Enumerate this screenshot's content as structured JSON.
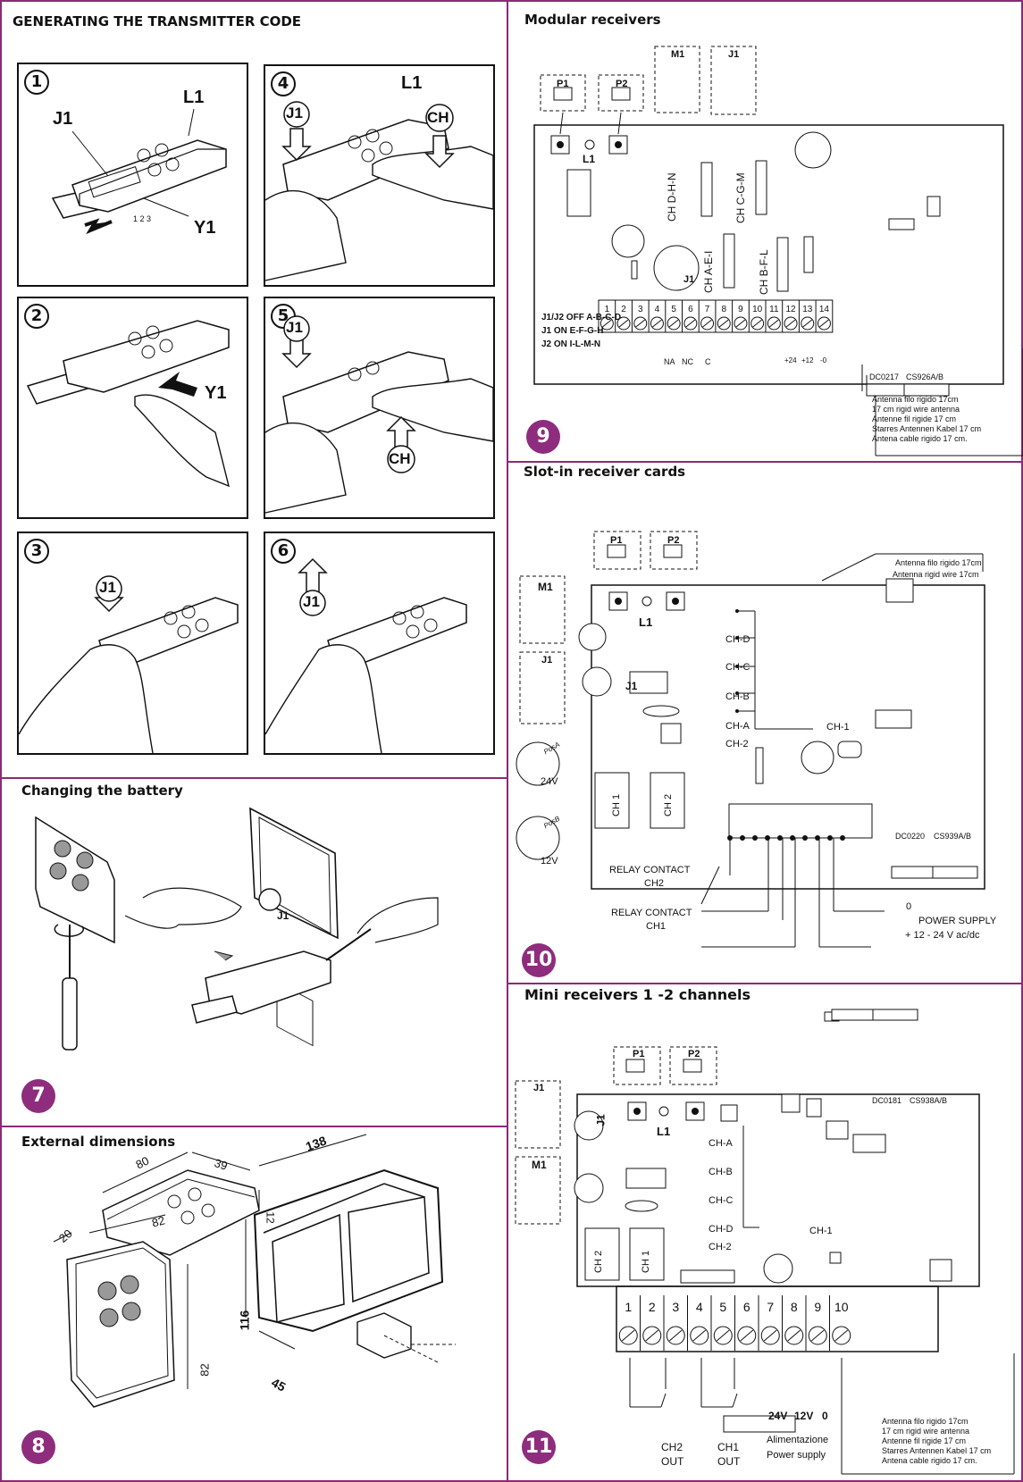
{
  "sections": {
    "generating": {
      "title": "GENERATING THE TRANSMITTER CODE"
    },
    "battery": {
      "title": "Changing the battery",
      "badge": "7"
    },
    "dimensions": {
      "title": "External dimensions",
      "badge": "8"
    },
    "modular": {
      "title": "Modular receivers",
      "badge": "9"
    },
    "slotin": {
      "title": "Slot-in receiver cards",
      "badge": "10"
    },
    "mini": {
      "title": "Mini receivers 1 -2 channels",
      "badge": "11"
    }
  },
  "steps": [
    {
      "num": "1",
      "labels": [
        "J1",
        "L1",
        "Y1"
      ],
      "switch_nums": "1 2 3"
    },
    {
      "num": "4",
      "labels": [
        "J1",
        "L1",
        "CH"
      ]
    },
    {
      "num": "2",
      "labels": [
        "Y1"
      ]
    },
    {
      "num": "5",
      "labels": [
        "J1",
        "CH"
      ]
    },
    {
      "num": "3",
      "labels": [
        "J1"
      ]
    },
    {
      "num": "6",
      "labels": [
        "J1"
      ]
    }
  ],
  "battery_label": "J1",
  "dimensions": {
    "remote": {
      "length": "80",
      "width": "39",
      "height": "12"
    },
    "wallpad": {
      "depth": "20",
      "width": "82",
      "height": "82"
    },
    "receiver": {
      "length": "138",
      "height": "116",
      "depth": "45"
    }
  },
  "common": {
    "p1": "P1",
    "p2": "P2",
    "m1": "M1",
    "j1": "J1",
    "l1": "L1"
  },
  "modular": {
    "channels": [
      "CH D-H-N",
      "CH C-G-M",
      "CH A-E-I",
      "CH B-F-L"
    ],
    "jumper_notes": [
      "J1/J2 OFF A-B-C-D",
      "J1 ON E-F-G-H",
      "J2 ON I-L-M-N"
    ],
    "terminals": [
      "1",
      "2",
      "3",
      "4",
      "5",
      "6",
      "7",
      "8",
      "9",
      "10",
      "11",
      "12",
      "13",
      "14"
    ],
    "terminal_labels": [
      "NA",
      "NC",
      "C",
      "+24",
      "+12",
      "-0"
    ],
    "code": [
      "DC0217",
      "CS926A/B"
    ],
    "antenna_note": [
      "Antenna filo rigido 17cm",
      "17 cm rigid wire antenna",
      "Antenne fil rigide 17 cm",
      "Starres Antennen Kabel 17 cm",
      "Antena cable rigido 17 cm."
    ]
  },
  "slotin": {
    "antenna_note": [
      "Antenna filo rigido 17cm",
      "Antenna rigid wire 17cm"
    ],
    "channels": [
      "CH-D",
      "CH-C",
      "CH-B",
      "CH-A",
      "CH-2"
    ],
    "ch1": "CH-1",
    "posA": "PosA",
    "posB": "PosB",
    "v24": "24V",
    "v12": "12V",
    "cards": [
      "CH 1",
      "CH 2"
    ],
    "code": [
      "DC0220",
      "CS939A/B"
    ],
    "relay2": [
      "RELAY CONTACT",
      "CH2"
    ],
    "relay1": [
      "RELAY CONTACT",
      "CH1"
    ],
    "power": [
      "0",
      "POWER SUPPLY",
      "+ 12 - 24 V ac/dc"
    ]
  },
  "mini": {
    "channels": [
      "CH-A",
      "CH-B",
      "CH-C",
      "CH-D",
      "CH-2"
    ],
    "ch1": "CH-1",
    "cards": [
      "CH 2",
      "CH 1"
    ],
    "code": [
      "DC0181",
      "CS938A/B"
    ],
    "terminals": [
      "1",
      "2",
      "3",
      "4",
      "5",
      "6",
      "7",
      "8",
      "9",
      "10"
    ],
    "volt": [
      "24V",
      "12V",
      "0"
    ],
    "alimentazione": "Alimentazione",
    "power_supply": "Power supply",
    "out": [
      "CH2",
      "OUT",
      "CH1",
      "OUT"
    ],
    "antenna_note": [
      "Antenna filo rigido 17cm",
      "17 cm rigid wire antenna",
      "Antenne fil rigide 17 cm",
      "Starres Antennen Kabel 17 cm",
      "Antena cable rigido 17 cm."
    ]
  }
}
